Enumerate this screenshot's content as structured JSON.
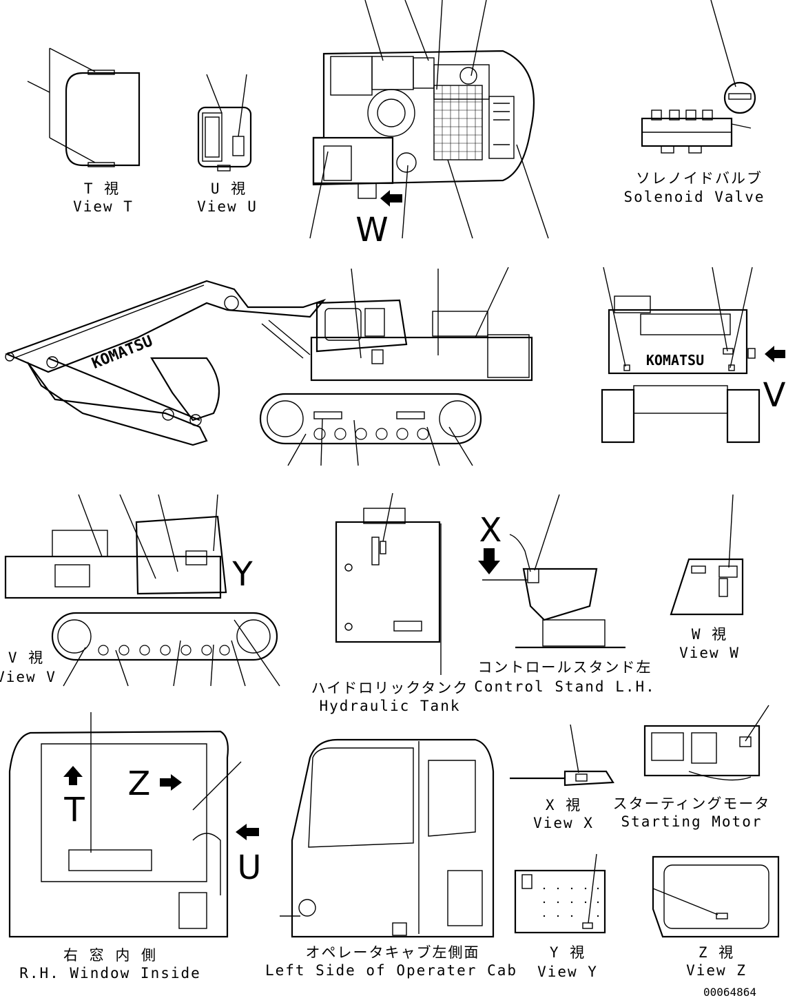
{
  "sheet": {
    "drawing_number": "00064864"
  },
  "views": {
    "view_t": {
      "jp": "T 視",
      "en": "View T"
    },
    "view_u": {
      "jp": "U 視",
      "en": "View U"
    },
    "solenoid_valve": {
      "jp": "ソレノイドバルブ",
      "en": "Solenoid Valve"
    },
    "view_v": {
      "jp": "V 視",
      "en": "View V"
    },
    "hydraulic_tank": {
      "jp": "ハイドロリックタンク",
      "en": "Hydraulic Tank"
    },
    "control_stand": {
      "jp": "コントロールスタンド左",
      "en": "Control Stand L.H."
    },
    "view_w": {
      "jp": "W 視",
      "en": "View W"
    },
    "view_x": {
      "jp": "X 視",
      "en": "View X"
    },
    "starting_motor": {
      "jp": "スターティングモータ",
      "en": "Starting Motor"
    },
    "rh_window": {
      "jp": "右 窓 内 側",
      "en": "R.H. Window Inside"
    },
    "cab_left": {
      "jp": "オペレータキャブ左側面",
      "en": "Left Side of Operater Cab"
    },
    "view_y": {
      "jp": "Y 視",
      "en": "View Y"
    },
    "view_z": {
      "jp": "Z 視",
      "en": "View Z"
    }
  },
  "view_arrows": {
    "w": "W",
    "v": "V",
    "x": "X",
    "y": "Y",
    "z": "Z",
    "t": "T",
    "u": "U"
  },
  "brand": "KOMATSU"
}
